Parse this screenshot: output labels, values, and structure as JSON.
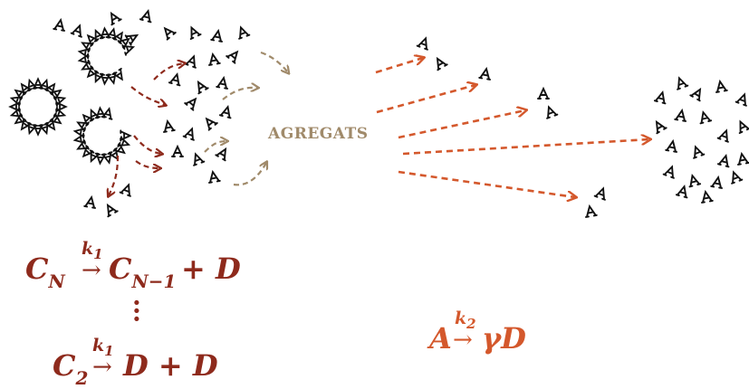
{
  "diagram": {
    "aggregates_label": "AGREGATS",
    "eq1": {
      "lhs": "C",
      "lhs_sub": "N",
      "rate": "k",
      "rate_sub": "1",
      "rhs": "C",
      "rhs_sub": "N−1",
      "plus": "+ D"
    },
    "eq2": {
      "lhs": "C",
      "lhs_sub": "2",
      "rate": "k",
      "rate_sub": "1",
      "rhs": "D + D"
    },
    "eq3": {
      "lhs": "A",
      "rate": "k",
      "rate_sub": "2",
      "rhs": "γD"
    },
    "colors": {
      "dark_red": "#8e2a1c",
      "orange": "#d4582c",
      "tan": "#a08a6a",
      "black": "#111111"
    }
  }
}
